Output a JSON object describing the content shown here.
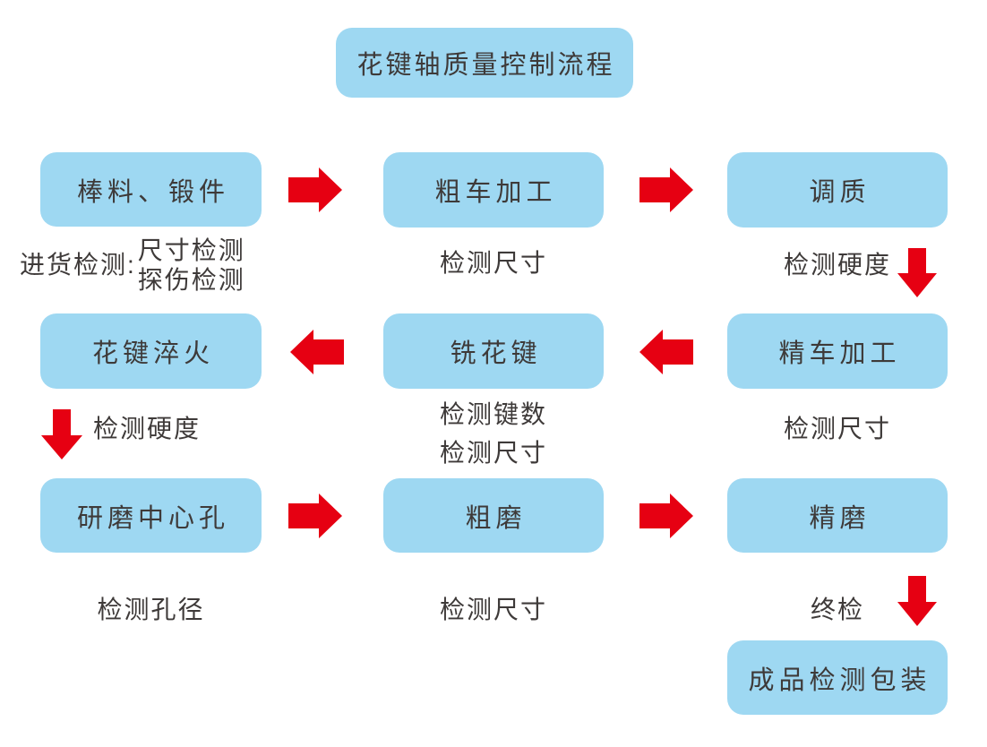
{
  "title": "花键轴质量控制流程",
  "colors": {
    "background": "#FFFFFF",
    "node_fill": "#9ED8F2",
    "arrow_red": "#E60012",
    "text": "#3E3A39"
  },
  "nodes": {
    "raw_material": "棒料、锻件",
    "rough_turning": "粗车加工",
    "quenching_tempering": "调质",
    "spline_quenching": "花键淬火",
    "spline_milling": "铣花键",
    "finish_turning": "精车加工",
    "grind_center_hole": "研磨中心孔",
    "rough_grinding": "粗磨",
    "fine_grinding": "精磨",
    "finished_product_packaging": "成品检测包装"
  },
  "inspections": {
    "incoming_label": "进货检测:",
    "incoming_items": {
      "line1": "尺寸检测",
      "line2": "探伤检测"
    },
    "after_rough_turning": "检测尺寸",
    "after_quenching_tempering": "检测硬度",
    "after_spline_quenching": "检测硬度",
    "after_spline_milling_line1": "检测键数",
    "after_spline_milling_line2": "检测尺寸",
    "after_finish_turning": "检测尺寸",
    "after_grind_center_hole": "检测孔径",
    "after_rough_grinding": "检测尺寸",
    "after_fine_grinding": "终检"
  }
}
